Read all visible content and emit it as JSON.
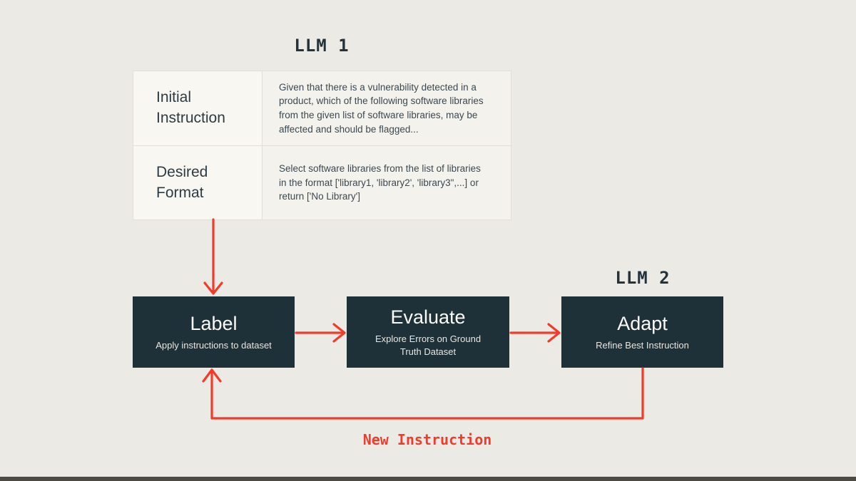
{
  "colors": {
    "background": "#eceae5",
    "arrow_red": "#f23b2a",
    "box_fill": "#1f3138",
    "box_title_text": "#fcfbf9",
    "heading_text": "#24333b",
    "cell_header_background": "#f9f7f2",
    "cell_body_background": "#f4f2ec",
    "bottom_bar": "#4d4a44"
  },
  "labels": {
    "llm1": "LLM 1",
    "llm2": "LLM 2",
    "loop": "New Instruction"
  },
  "table": {
    "rows": [
      {
        "header": "Initial Instruction",
        "body": "Given that there is a vulnerability detected in a product, which of the following software libraries from the given list of software libraries, may be affected and should be flagged..."
      },
      {
        "header": "Desired Format",
        "body": "Select software libraries from the list of libraries in the format ['library1, 'library2', 'library3\",...] or return ['No Library']"
      }
    ]
  },
  "boxes": [
    {
      "title": "Label",
      "subtitle": "Apply instructions to dataset"
    },
    {
      "title": "Evaluate",
      "subtitle": "Explore Errors on Ground Truth Dataset"
    },
    {
      "title": "Adapt",
      "subtitle": "Refine Best Instruction"
    }
  ],
  "arrows": [
    {
      "name": "arrow-table-to-label",
      "from": "instruction-table",
      "to": "label-box"
    },
    {
      "name": "arrow-label-to-evaluate",
      "from": "label-box",
      "to": "evaluate-box"
    },
    {
      "name": "arrow-evaluate-to-adapt",
      "from": "evaluate-box",
      "to": "adapt-box"
    },
    {
      "name": "arrow-adapt-loop-to-label",
      "from": "adapt-box",
      "to": "label-box"
    }
  ]
}
